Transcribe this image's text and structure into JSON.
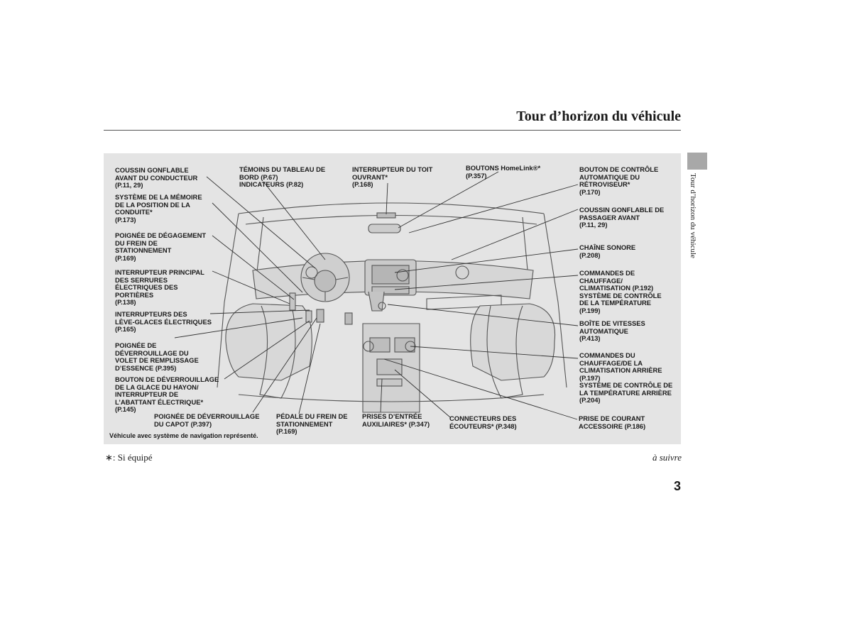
{
  "header": {
    "title": "Tour d’horizon du véhicule",
    "side_tab": "Tour d’horizon du véhicule"
  },
  "labels": {
    "driver_airbag": "COUSSIN GONFLABLE\nAVANT DU CONDUCTEUR\n(P.11, 29)",
    "memory": "SYSTÈME DE LA MÉMOIRE\nDE LA POSITION DE LA\nCONDUITE*\n(P.173)",
    "parking_release": "POIGNÉE DE DÉGAGEMENT\nDU FREIN DE\nSTATIONNEMENT\n(P.169)",
    "door_lock": "INTERRUPTEUR PRINCIPAL\nDES SERRURES\nÉLECTRIQUES DES\nPORTIÈRES\n(P.138)",
    "power_windows": "INTERRUPTEURS DES\nLÈVE-GLACES ÉLECTRIQUES\n(P.165)",
    "fuel_door": "POIGNÉE DE\nDÉVERROUILLAGE DU\nVOLET DE REMPLISSAGE\nD’ESSENCE (P.395)",
    "tailgate": "BOUTON DE DÉVERROUILLAGE\nDE LA GLACE DU HAYON/\nINTERRUPTEUR DE\nL’ABATTANT ÉLECTRIQUE*\n(P.145)",
    "hood": "POIGNÉE DE DÉVERROUILLAGE\nDU CAPOT (P.397)",
    "parking_pedal": "PÉDALE DU FREIN DE\nSTATIONNEMENT\n(P.169)",
    "aux": "PRISES D’ENTRÉE\nAUXILIAIRES* (P.347)",
    "headphones": "CONNECTEURS DES\nÉCOUTEURS* (P.348)",
    "accessory": "PRISE DE COURANT\nACCESSOIRE (P.186)",
    "indicators": "TÉMOINS DU TABLEAU DE\nBORD (P.67)\nINDICATEURS (P.82)",
    "moonroof": "INTERRUPTEUR DU TOIT\nOUVRANT*\n(P.168)",
    "homelink": "BOUTONS HomeLink®*\n(P.357)",
    "mirror": "BOUTON DE CONTRÔLE\nAUTOMATIQUE DU\nRÉTROVISEUR*\n(P.170)",
    "passenger_airbag": "COUSSIN GONFLABLE DE\nPASSAGER AVANT\n(P.11, 29)",
    "audio": "CHAÎNE SONORE\n(P.208)",
    "climate": "COMMANDES DE\nCHAUFFAGE/\nCLIMATISATION (P.192)\nSYSTÈME DE CONTRÔLE\nDE LA TEMPÉRATURE\n(P.199)",
    "transmission": "BOÎTE DE VITESSES\nAUTOMATIQUE\n(P.413)",
    "rear_climate": "COMMANDES DU\nCHAUFFAGE/DE LA\nCLIMATISATION ARRIÈRE\n(P.197)\nSYSTÈME DE CONTRÔLE DE\nLA TEMPÉRATURE ARRIÈRE\n(P.204)"
  },
  "note": "Véhicule avec système de navigation représenté.",
  "footnote": "∗:   Si équipé",
  "continue": "à suivre",
  "page_number": "3"
}
